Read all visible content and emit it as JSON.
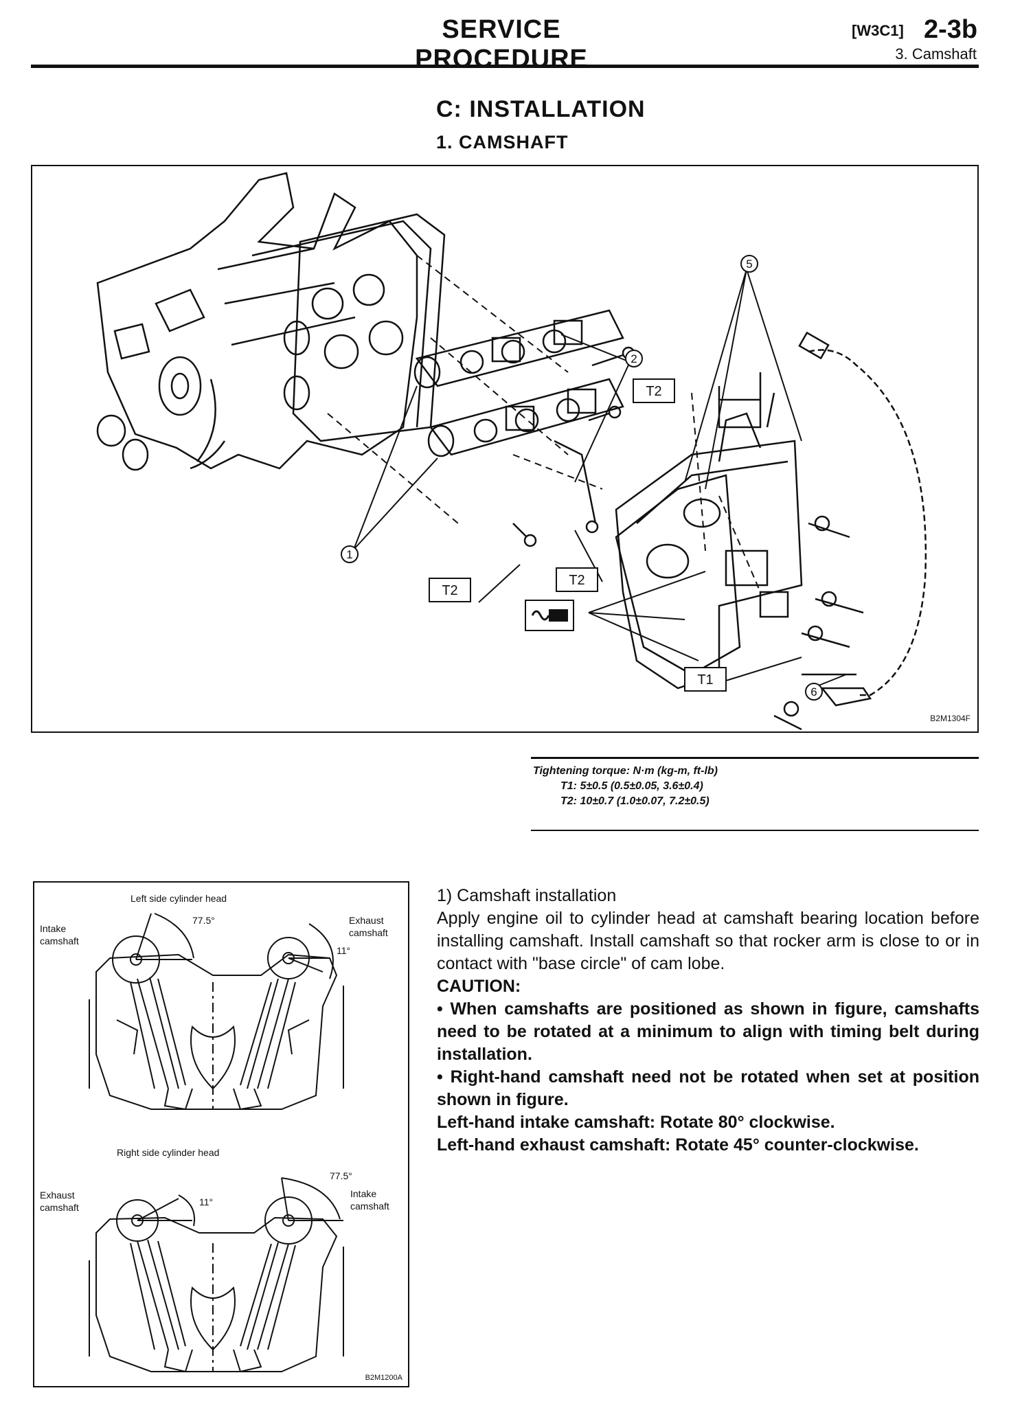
{
  "header": {
    "title": "SERVICE PROCEDURE",
    "code": "[W3C1]",
    "page": "2-3b",
    "section": "3. Camshaft"
  },
  "section_title": "C: INSTALLATION",
  "subsection_title": "1. CAMSHAFT",
  "figure1": {
    "id": "B2M1304F",
    "callouts": {
      "c1": "1",
      "c2": "2",
      "c5": "5",
      "c6": "6"
    },
    "torque_tags": {
      "t1": "T1",
      "t2a": "T2",
      "t2b": "T2",
      "t2c": "T2"
    }
  },
  "torque": {
    "heading": "Tightening torque: N·m (kg-m, ft-lb)",
    "t1": "T1: 5±0.5 (0.5±0.05, 3.6±0.4)",
    "t2": "T2: 10±0.7 (1.0±0.07, 7.2±0.5)"
  },
  "figure2": {
    "id": "B2M1200A",
    "left": {
      "title": "Left side cylinder head",
      "intake": [
        "Intake",
        "camshaft"
      ],
      "exhaust": [
        "Exhaust",
        "camshaft"
      ],
      "angle_a": "77.5°",
      "angle_b": "11°"
    },
    "right": {
      "title": "Right side cylinder head",
      "exhaust": [
        "Exhaust",
        "camshaft"
      ],
      "intake": [
        "Intake",
        "camshaft"
      ],
      "angle_a": "77.5°",
      "angle_b": "11°"
    }
  },
  "instructions": {
    "step_title": "1) Camshaft installation",
    "step_body": "Apply engine oil to cylinder head at camshaft bearing location before installing camshaft. Install camshaft so that rocker arm is close to or in contact with \"base circle\" of cam lobe.",
    "caution_label": "CAUTION:",
    "caution1": "• When camshafts are positioned as shown in figure, camshafts need to be rotated at a minimum to align with timing belt during installation.",
    "caution2": "• Right-hand camshaft need not be rotated when set at position shown in figure.",
    "lh_intake": "Left-hand intake camshaft: Rotate 80° clockwise.",
    "lh_exhaust": "Left-hand exhaust camshaft: Rotate 45° counter-clockwise."
  }
}
